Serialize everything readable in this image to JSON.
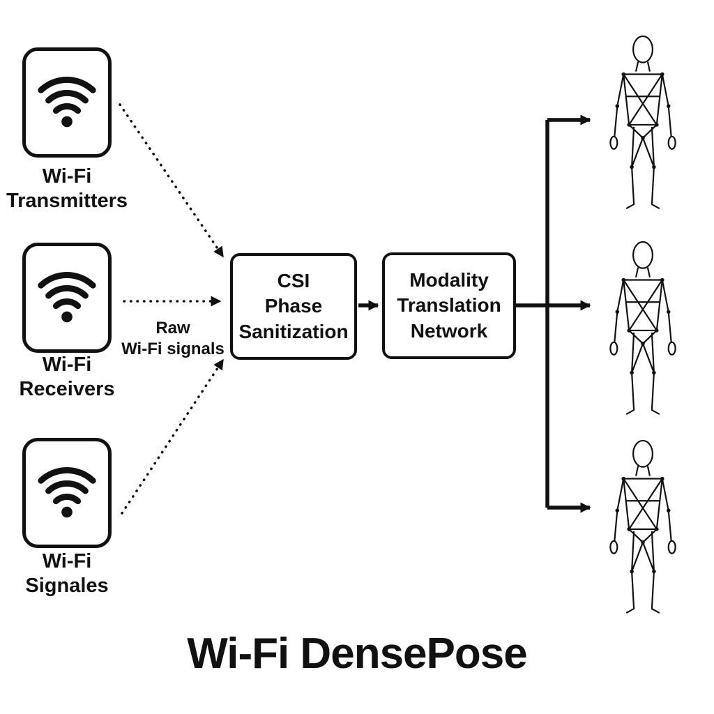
{
  "diagram": {
    "title": "Wi-Fi DensePose",
    "sources": [
      {
        "id": "transmitters",
        "icon": "wifi-icon",
        "lines": [
          "Wi-Fi",
          "Transmitters"
        ]
      },
      {
        "id": "receivers",
        "icon": "wifi-icon",
        "lines": [
          "Wi-Fi",
          "Receivers"
        ]
      },
      {
        "id": "signals",
        "icon": "wifi-icon",
        "lines": [
          "Wi-Fi",
          "Signales"
        ]
      }
    ],
    "edge_label": {
      "lines": [
        "Raw",
        "Wi-Fi signals"
      ]
    },
    "process_boxes": [
      {
        "id": "csi",
        "lines": [
          "CSI",
          "Phase",
          "Sanitization"
        ]
      },
      {
        "id": "mtn",
        "lines": [
          "Modality",
          "Translation",
          "Network"
        ]
      }
    ],
    "outputs": {
      "icon": "human-wireframe-figure",
      "count": 3
    },
    "colors": {
      "ink": "#111111",
      "background": "#ffffff"
    }
  }
}
